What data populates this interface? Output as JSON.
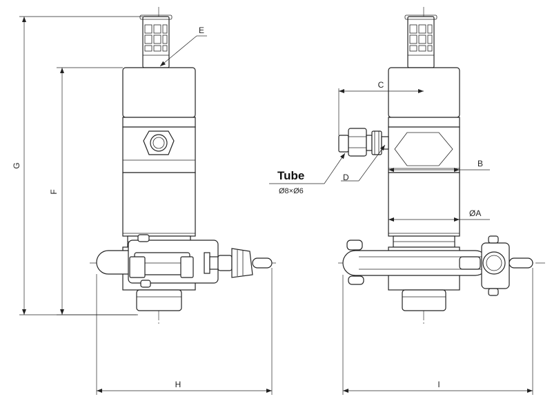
{
  "dimension_labels": {
    "g": "G",
    "f": "F",
    "e": "E",
    "h": "H",
    "c": "C",
    "d": "D",
    "b": "B",
    "a": "ØA",
    "i": "I"
  },
  "tube": {
    "title": "Tube",
    "size": "Ø8×Ø6"
  }
}
